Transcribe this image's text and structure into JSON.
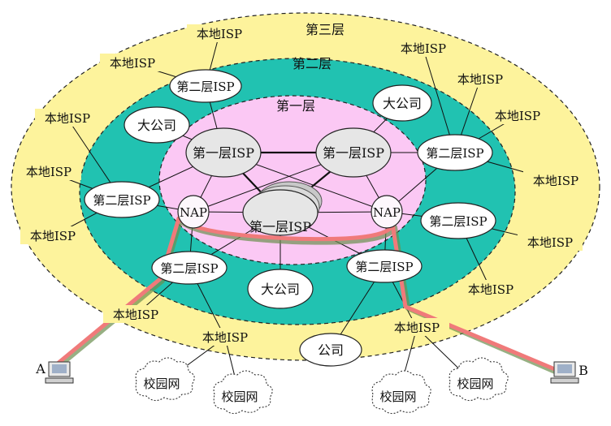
{
  "layers": {
    "outer": "第三层",
    "middle": "第二层",
    "inner": "第一层"
  },
  "labels": {
    "local_isp": "本地ISP",
    "tier2_isp": "第二层ISP",
    "tier1_isp": "第一层ISP",
    "nap": "NAP",
    "big_company": "大公司",
    "company": "公司",
    "campus_net": "校园网",
    "host_a": "A",
    "host_b": "B"
  },
  "colors": {
    "outer_fill": "#fdf39c",
    "middle_fill": "#21c2b1",
    "inner_fill": "#fbc8f4",
    "path_line": "#f07a7a",
    "path_line_under": "#6b8e4e"
  }
}
